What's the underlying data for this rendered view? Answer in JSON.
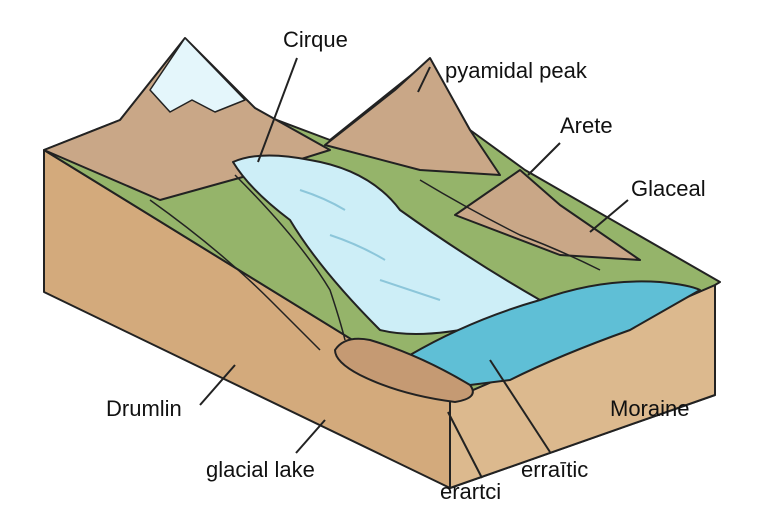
{
  "labels": {
    "cirque": "Cirque",
    "pyramidal_peak": "pyamidal peak",
    "arete": "Arete",
    "glacial": "Glaceal",
    "drumlin": "Drumlin",
    "moraine": "Moraine",
    "glacial_lake": "glacial lake",
    "erratic_right": "erraītic",
    "erratic_bottom": "erartci"
  },
  "colors": {
    "snow": "#e4f6fb",
    "rock": "#c9a787",
    "grass": "#95b46a",
    "soil_side": "#d3aa7c",
    "glacier": "#cdeef7",
    "lake": "#5fbfd6",
    "outline": "#222222"
  }
}
